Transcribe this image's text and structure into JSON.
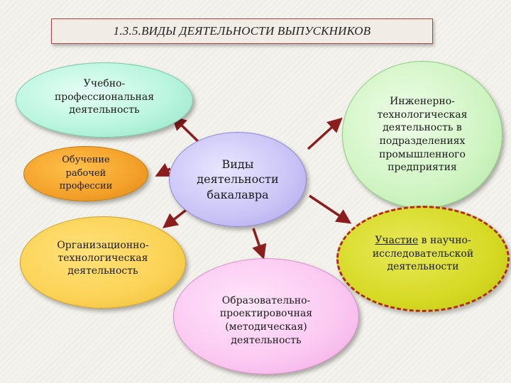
{
  "title": "1.3.5.ВИДЫ ДЕЯТЕЛЬНОСТИ ВЫПУСКНИКОВ",
  "nodes": {
    "center": "Виды\nдеятельности\nбакалавра",
    "edu_prof": "Учебно-\nпрофессиональная\nдеятельность",
    "training": "Обучение\nрабочей\nпрофессии",
    "org_tech": "Организационно-\nтехнологическая\nдеятельность",
    "engineering": "Инженерно-\nтехнологическая\nдеятельность в\nподразделениях\nпромышленного\nпредприятия",
    "research_underlined": "Участие",
    "research_rest": " в научно-\nисследовательской\nдеятельности",
    "design": "Образовательно-\nпроектировочная\n(методическая)\nдеятельность"
  },
  "colors": {
    "arrow": "#8b1d1d",
    "title_border": "#b24141",
    "research_border": "#b1292a"
  }
}
